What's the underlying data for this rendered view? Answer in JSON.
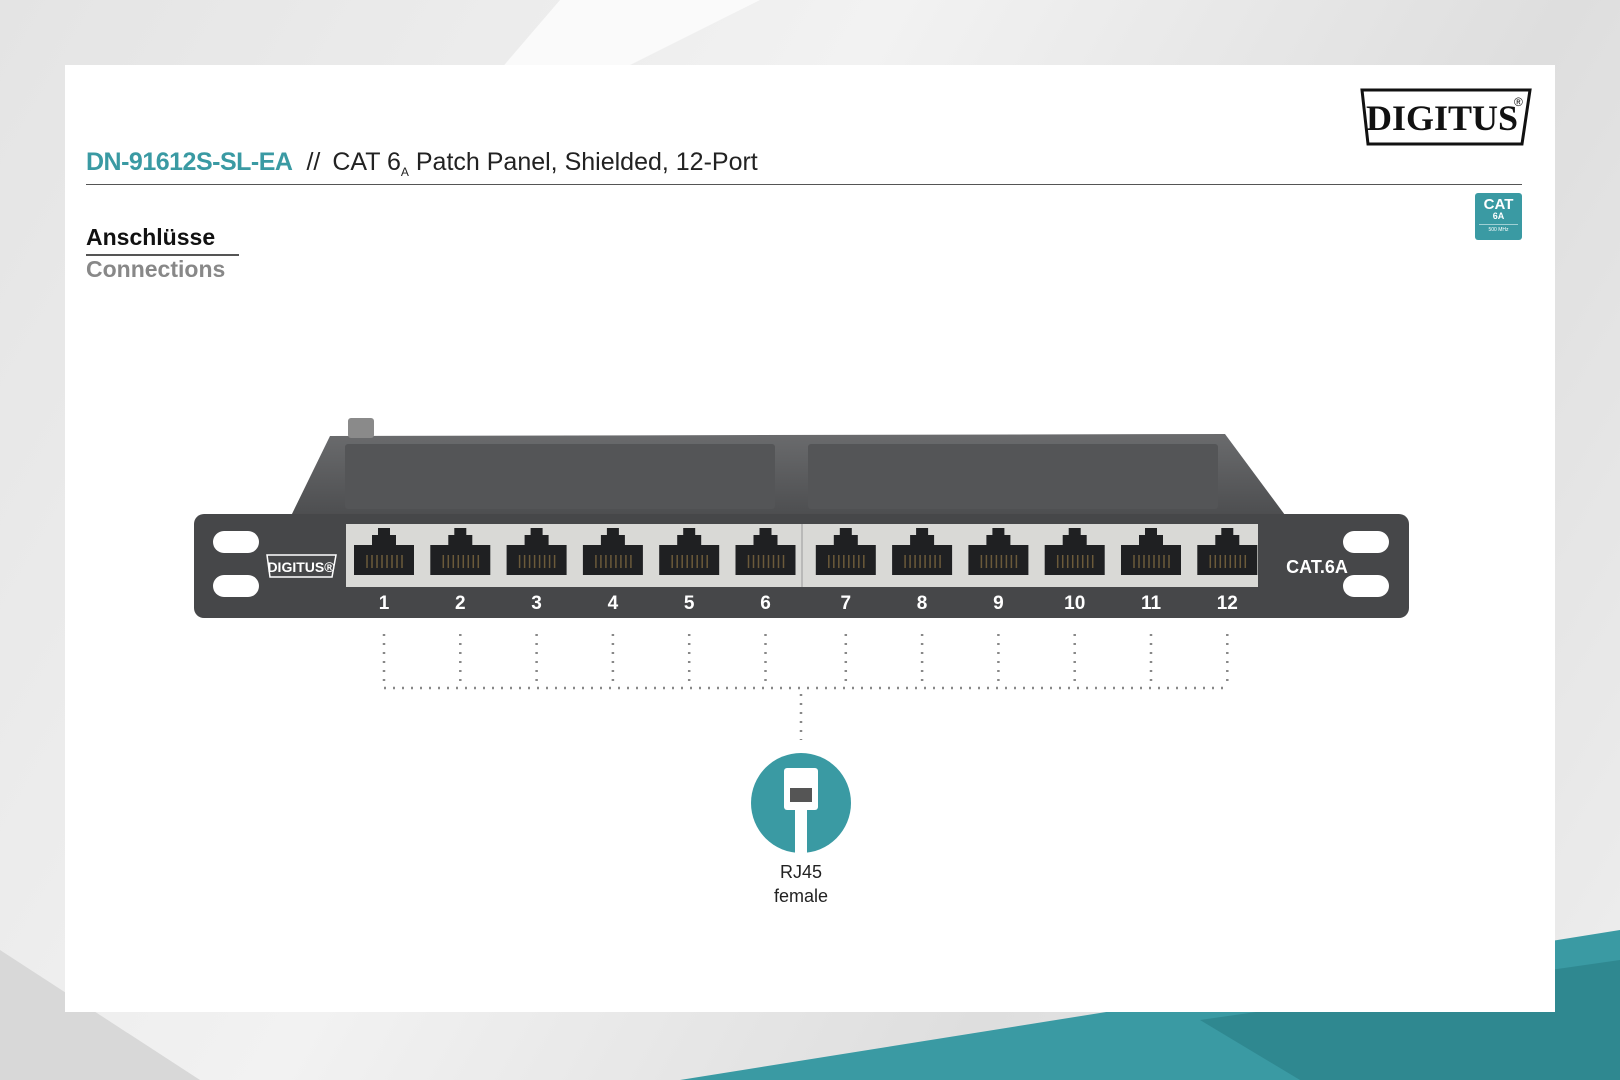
{
  "header": {
    "model": "DN-91612S-SL-EA",
    "separator": "//",
    "description_prefix": "CAT 6",
    "description_sub": "A",
    "description_suffix": " Patch Panel, Shielded, 12-Port"
  },
  "brand": {
    "logo_text": "DIGITUS",
    "registered": "®"
  },
  "badge": {
    "line1": "CAT",
    "line2": "6A",
    "line3": "500 MHz"
  },
  "section": {
    "title_de": "Anschlüsse",
    "title_en": "Connections"
  },
  "panel": {
    "logo_text": "DIGITUS®",
    "category_label": "CAT.6A",
    "ports": [
      "1",
      "2",
      "3",
      "4",
      "5",
      "6",
      "7",
      "8",
      "9",
      "10",
      "11",
      "12"
    ]
  },
  "connector": {
    "icon": "rj45-plug-icon",
    "type": "RJ45",
    "gender": "female"
  },
  "colors": {
    "accent": "#3a9aa3",
    "panel": "#4a4b4d"
  }
}
